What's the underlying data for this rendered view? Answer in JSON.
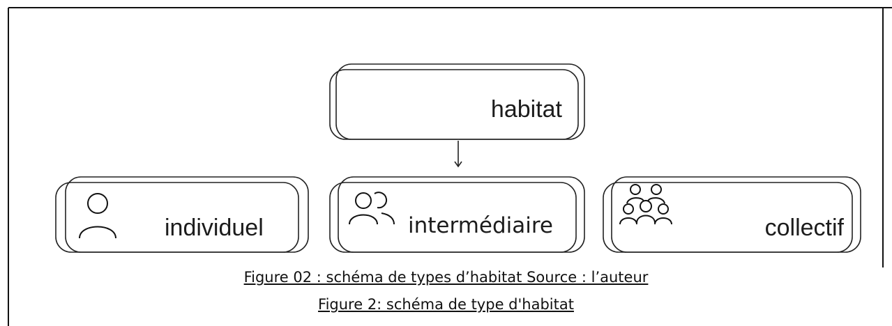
{
  "diagram": {
    "root": {
      "label": "habitat"
    },
    "children": [
      {
        "label": "individuel",
        "icon": "person-icon"
      },
      {
        "label": "intermédiaire",
        "icon": "two-people-icon"
      },
      {
        "label": "collectif",
        "icon": "group-icon"
      }
    ]
  },
  "captions": {
    "line1": "Figure 02 : schéma de types d’habitat  Source : l’auteur",
    "line2": "Figure 2: schéma de type d'habitat"
  }
}
